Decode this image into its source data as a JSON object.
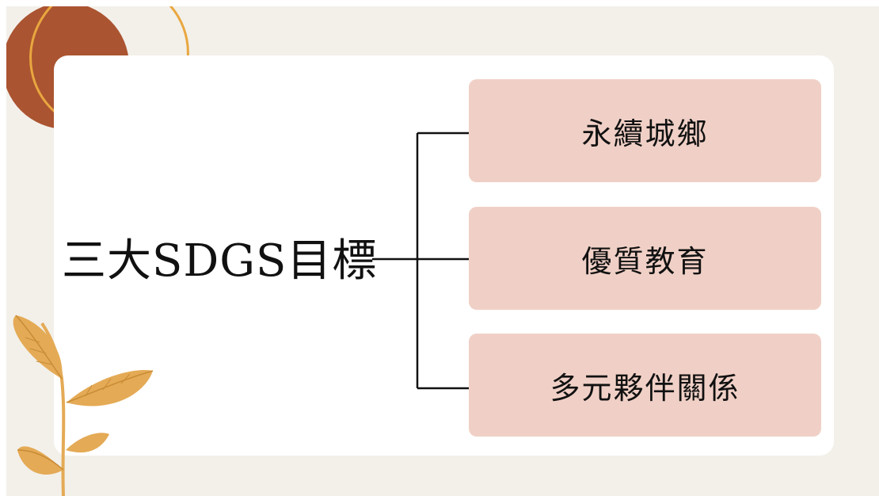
{
  "diagram": {
    "root": "三大SDGS目標",
    "branches": [
      "永續城鄉",
      "優質教育",
      "多元夥伴關係"
    ]
  },
  "colors": {
    "background": "#f3f0ea",
    "panel": "#ffffff",
    "box_fill": "#f0d0c6",
    "connector": "#111111",
    "deco_circle": "#ab5431",
    "deco_ring": "#e9a73f",
    "leaf": "#e4aa55"
  },
  "icons": {
    "top_left": "abstract-circle-icon",
    "bottom_left": "leaf-plant-icon"
  }
}
